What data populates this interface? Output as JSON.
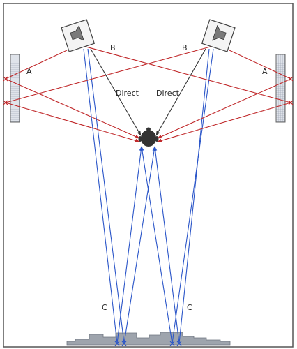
{
  "labels": {
    "a_left": "A",
    "a_right": "A",
    "b_left": "B",
    "b_right": "B",
    "direct_left": "Direct",
    "direct_right": "Direct",
    "c_left": "C",
    "c_right": "C"
  },
  "colors": {
    "direct": "#333333",
    "side_reflection": "#c0282a",
    "floor_reflection": "#2a55c8",
    "room_outline": "#555555",
    "panel_fill": "#c9cfdb",
    "speaker_fill": "#f4f4f4",
    "head_fill": "#333333",
    "diffuser_fill": "#9ea4ad"
  },
  "icons": {
    "speakers": "loudspeaker-icon",
    "listener": "listener-head-icon",
    "side_panels": "absorber-panel",
    "floor_diffuser": "diffuser-panel"
  }
}
